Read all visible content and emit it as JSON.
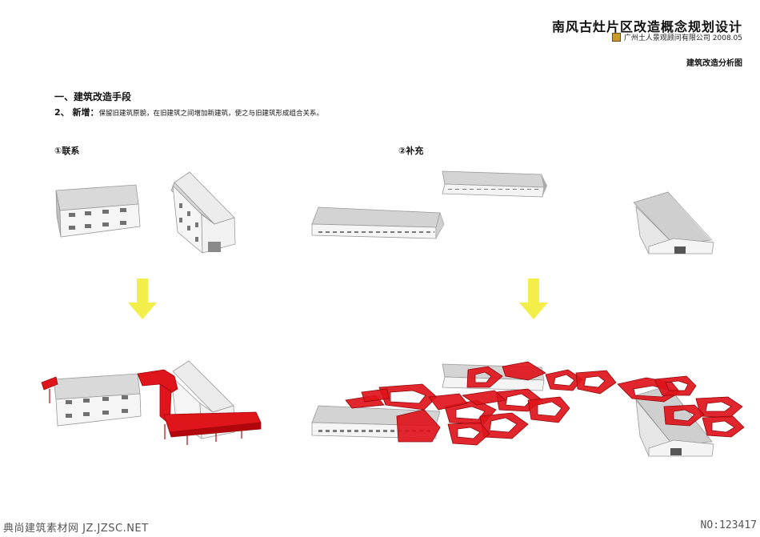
{
  "header": {
    "title": "南风古灶片区改造概念规划设计",
    "company": "广州土人景观顾问有限公司 2008.05",
    "sheet_label": "建筑改造分析图"
  },
  "section": {
    "title": "一、建筑改造手段",
    "item_lead": "2、 新增：",
    "item_desc": "保留旧建筑原貌，在旧建筑之间增加新建筑，使之与旧建筑形成组合关系。"
  },
  "labels": {
    "method_1": "①联系",
    "method_2": "②补充"
  },
  "footer": {
    "left": "典尚建筑素材网 JZ.JZSC.NET",
    "right": "NO:123417"
  },
  "colors": {
    "arrow": "#f4ee4a",
    "new_structure": "#e0141b",
    "building_wall": "#f4f4f4",
    "building_roof": "#c9c9c9"
  }
}
